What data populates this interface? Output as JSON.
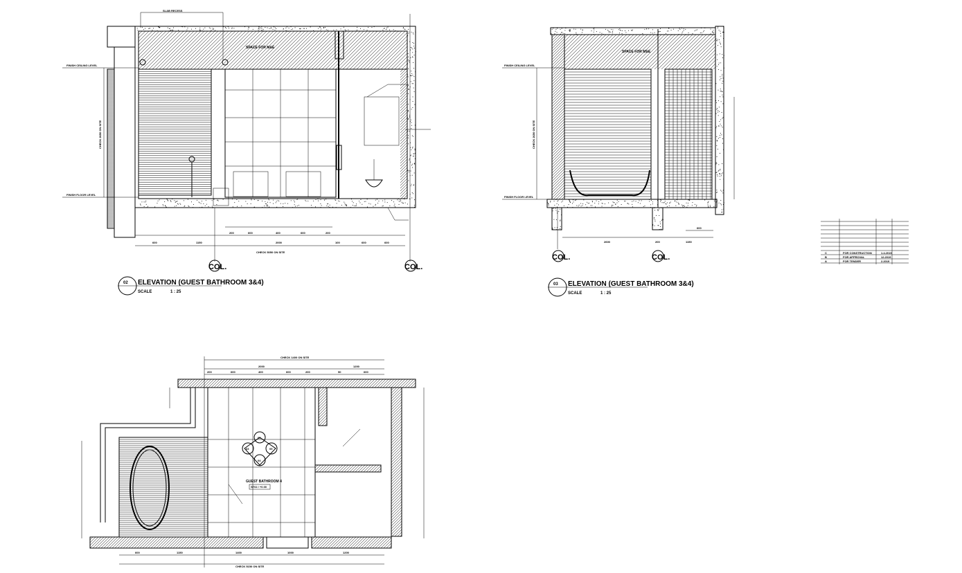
{
  "elevation_02": {
    "number": "02",
    "title": "ELEVATION (GUEST BATHROOM 3&4)",
    "scale_label": "SCALE",
    "scale_value": "1 : 25",
    "space_label": "SPACE FOR M&E",
    "ceiling_level": "FINISH CEILING LEVEL",
    "floor_level": "FINISH FLOOR LEVEL",
    "height_label": "CHECK 2650 ON SITE",
    "overall_label": "CHECK 5050 ON SITE",
    "top_note": "SLAB RECESS",
    "dims_lower": [
      "600",
      "1150",
      "2000",
      "100",
      "600",
      "600"
    ],
    "dims_upper": [
      "200",
      "600",
      "400",
      "600",
      "200"
    ],
    "col_label": "COL."
  },
  "elevation_03": {
    "number": "03",
    "title": "ELEVATION (GUEST BATHROOM 3&4)",
    "scale_label": "SCALE",
    "scale_value": "1 : 25",
    "space_label": "SPACE FOR M&E",
    "ceiling_level": "FINISH CEILING LEVEL",
    "floor_level": "FINISH FLOOR LEVEL",
    "height_label": "CHECK 2650 ON SITE",
    "dims": [
      "2600",
      "200",
      "1150",
      "600"
    ],
    "col_label": "COL."
  },
  "plan": {
    "room_label": "GUEST BATHROOM 4",
    "room_tag": "ST02 / +0.00",
    "top_overall": "CHECK 1400 ON SITE",
    "bottom_overall": "CHECK 5150 ON SITE",
    "top_dims": [
      "2000",
      "1200"
    ],
    "top_subdims": [
      "200",
      "600",
      "400",
      "600",
      "200",
      "50",
      "600"
    ],
    "bottom_dims": [
      "600",
      "1150",
      "1400",
      "1000",
      "1200"
    ],
    "callouts": [
      "02",
      "03",
      "05",
      "04"
    ]
  },
  "revision_table": {
    "rows": [
      {
        "rev": "C",
        "desc": "FOR CONSTRUCTION",
        "date": "1.4.2019"
      },
      {
        "rev": "B",
        "desc": "FOR APPROVAL",
        "date": "12.2019"
      },
      {
        "rev": "A",
        "desc": "FOR TENDER",
        "date": "2.2019"
      }
    ]
  }
}
